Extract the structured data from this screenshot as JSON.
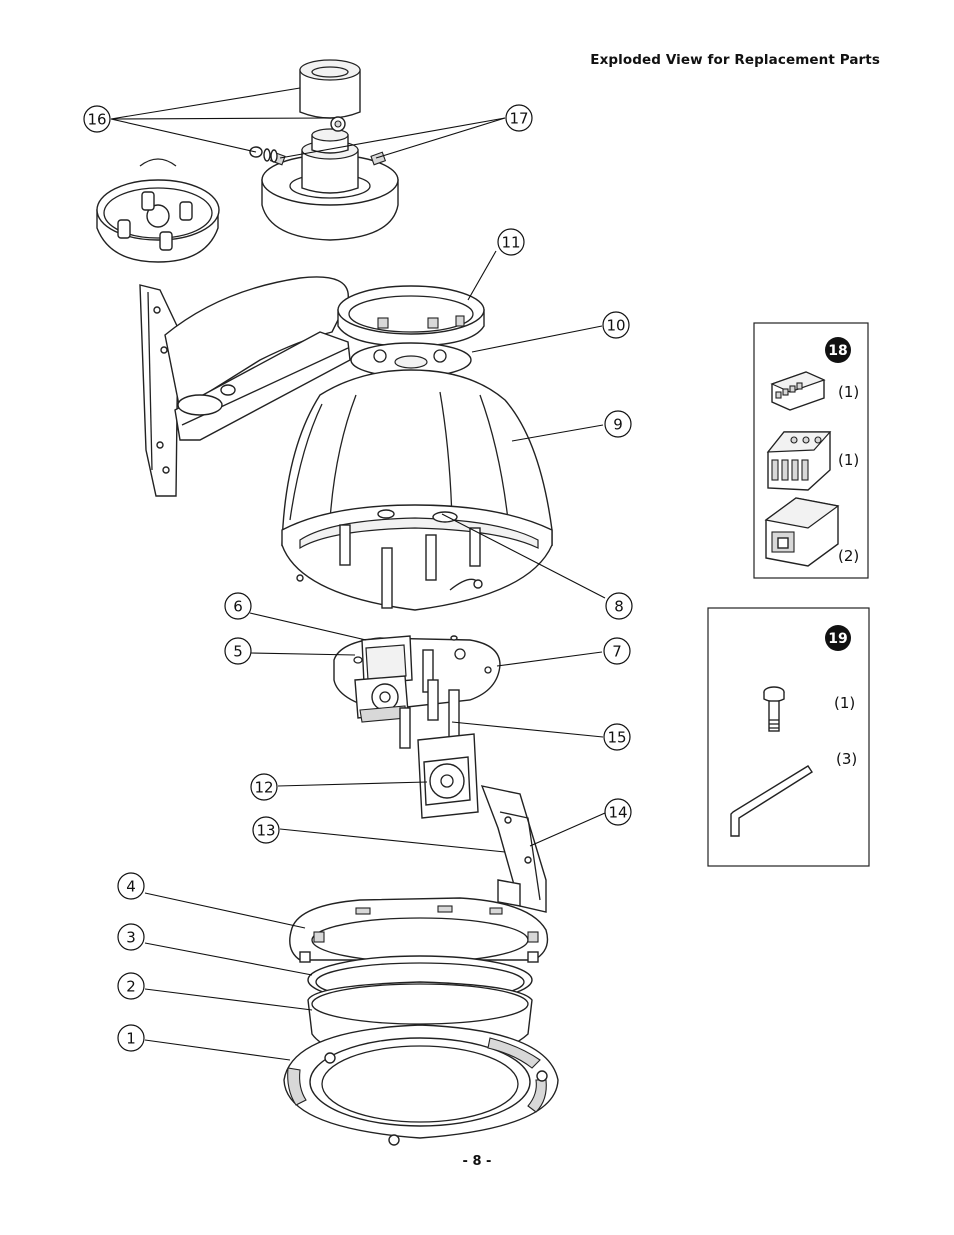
{
  "header": {
    "title": "Exploded View for Replacement Parts"
  },
  "footer": {
    "page_number": "- 8 -"
  },
  "callouts": {
    "c1": "1",
    "c2": "2",
    "c3": "3",
    "c4": "4",
    "c5": "5",
    "c6": "6",
    "c7": "7",
    "c8": "8",
    "c9": "9",
    "c10": "10",
    "c11": "11",
    "c12": "12",
    "c13": "13",
    "c14": "14",
    "c15": "15",
    "c16": "16",
    "c17": "17"
  },
  "kits": {
    "k18": {
      "number": "18",
      "items": [
        "(1)",
        "(1)",
        "(2)"
      ]
    },
    "k19": {
      "number": "19",
      "items": [
        "(1)",
        "(3)"
      ]
    }
  }
}
